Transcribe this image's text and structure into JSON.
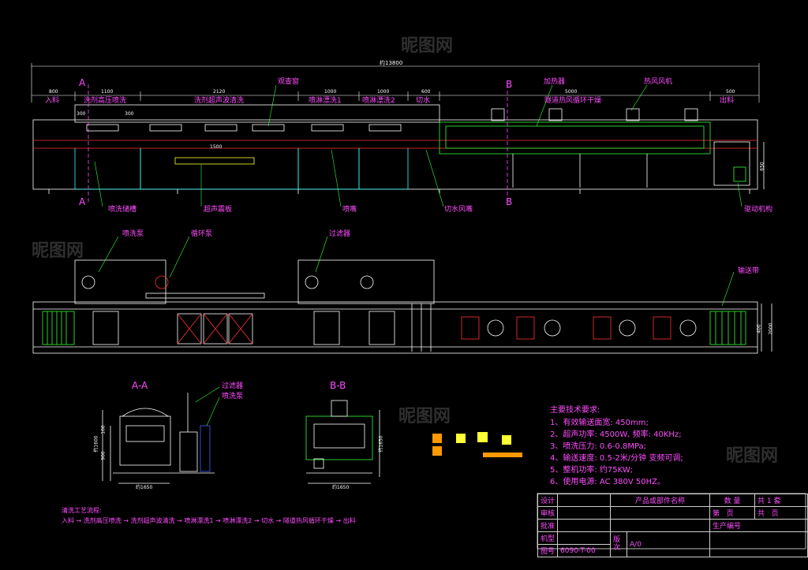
{
  "top_dimension": "约13800",
  "sections": [
    {
      "width": "800",
      "name": "入料"
    },
    {
      "width": "1100",
      "name": "洗剂高压喷洗"
    },
    {
      "width": "2120",
      "name": "洗剂超声波清洗"
    },
    {
      "width": "1000",
      "name": "喷淋漂洗1"
    },
    {
      "width": "1000",
      "name": "喷淋漂洗2"
    },
    {
      "width": "600",
      "name": "切水"
    },
    {
      "width": "5000",
      "name": "隧道热风循环干燥"
    },
    {
      "width": "500",
      "name": "出料"
    }
  ],
  "top_callouts": {
    "window": "观查窗",
    "heating_tube": "加热器",
    "hot_air_fan": "热风风机",
    "spray_tank": "喷洗储槽",
    "ultrasonic_board": "超声震板",
    "nozzle": "喷嘴",
    "air_knife": "切水风嘴",
    "drive": "驱动机构",
    "dim_1500": "1500",
    "dim_300a": "300",
    "dim_300b": "300",
    "dim_650": "650"
  },
  "section_marks": {
    "A_top": "A",
    "A_bottom": "A",
    "B_top": "B",
    "B_bottom": "B"
  },
  "plan_callouts": {
    "spray_pump": "喷洗泵",
    "circ_pump": "循环泵",
    "filter": "过滤器",
    "conveyor": "输送带",
    "dim_400": "400",
    "dim_2000": "2000"
  },
  "view_AA": {
    "title": "A-A",
    "filter": "过滤器",
    "pump": "喷洗泵",
    "width_dim": "约1650",
    "h1": "约1600",
    "h2": "900",
    "h3": "100"
  },
  "view_BB": {
    "title": "B-B",
    "width_dim": "约1650",
    "h1": "约1650"
  },
  "requirements": {
    "title": "主要技术要求:",
    "items": [
      "1、有效输送面宽: 450mm;",
      "2、超声功率: 4500W, 频率: 40KHz;",
      "3、喷洗压力: 0.6-0.8MPa;",
      "4、输送速度: 0.5-2米/分钟 变频可调;",
      "5、整机功率: 约75KW;",
      "6、使用电源: AC 380V  50HZ。"
    ]
  },
  "process": {
    "title": "清洗工艺流程:",
    "flow": "入料 → 洗剂高压喷洗 → 洗剂超声波清洗 → 喷淋漂洗1 → 喷淋漂洗2 → 切水 → 隧道热风循环干燥 → 出料"
  },
  "title_block": {
    "design": "设计",
    "review": "审核",
    "approve": "批准",
    "model": "机型",
    "drawing_no_label": "图号",
    "drawing_no": "6090-T-00",
    "product_name": "产品或部件名称",
    "quantity": "数 量",
    "total_prefix": "共",
    "total_num": "1",
    "total_unit": "套",
    "page_prefix": "第",
    "page_unit": "页",
    "pages_prefix": "共",
    "pages_unit": "页",
    "production_no": "生产编号",
    "version_label": "版次",
    "version": "A/0"
  },
  "watermark": "昵图网",
  "colors": {
    "magenta": "#ff4dff",
    "green": "#33ff33",
    "white": "#ffffff",
    "yellow": "#ffff33",
    "red": "#ff3333",
    "cyan": "#33ffff",
    "orange": "#ff9900"
  }
}
